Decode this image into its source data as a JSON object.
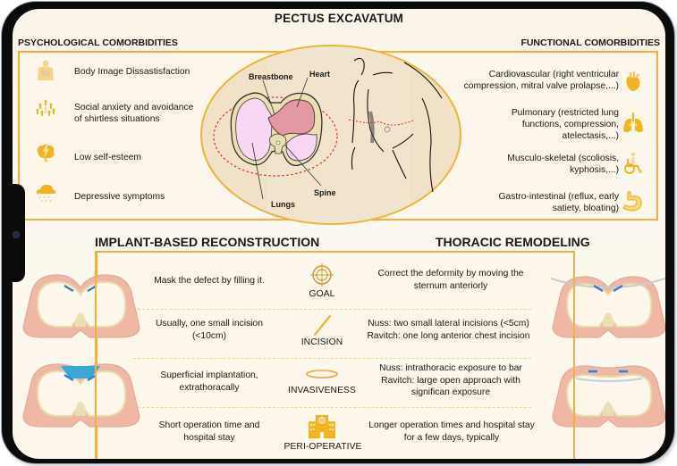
{
  "title": "PECTUS EXCAVATUM",
  "psychological": {
    "heading": "PSYCHOLOGICAL COMORBIDITIES",
    "items": [
      {
        "icon": "body-torso-icon",
        "text": "Body Image Dissastisfaction"
      },
      {
        "icon": "crowd-people-icon",
        "text_line1": "Social anxiety and avoidance",
        "text_line2": "of shirtless situations"
      },
      {
        "icon": "brain-lightning-icon",
        "text": "Low self-esteem"
      },
      {
        "icon": "rain-cloud-icon",
        "text": "Depressive symptoms"
      }
    ]
  },
  "functional": {
    "heading": "FUNCTIONAL COMORBIDITIES",
    "items": [
      {
        "icon": "heart-icon",
        "text_line1": "Cardiovascular (right ventricular",
        "text_line2": "compression, mitral valve prolapse,...)"
      },
      {
        "icon": "lungs-icon",
        "text_line1": "Pulmonary (restricted lung",
        "text_line2": "functions, compression,",
        "text_line3": "atelectasis,...)"
      },
      {
        "icon": "wheelchair-icon",
        "text_line1": "Musculo-skeletal (scoliosis,",
        "text_line2": "kyphosis,...)"
      },
      {
        "icon": "stomach-icon",
        "text_line1": "Gastro-intestinal (reflux, early",
        "text_line2": "satiety, bloating)"
      }
    ]
  },
  "anatomy": {
    "labels": {
      "breastbone": "Breastbone",
      "heart": "Heart",
      "lungs": "Lungs",
      "spine": "Spine"
    }
  },
  "comparison": {
    "left_heading": "IMPLANT-BASED RECONSTRUCTION",
    "right_heading": "THORACIC REMODELING",
    "rows": [
      {
        "category": "GOAL",
        "icon": "target-icon",
        "left": [
          "Mask the defect by filling it."
        ],
        "right": [
          "Correct the deformity by moving the",
          "sternum anteriorly"
        ]
      },
      {
        "category": "INCISION",
        "icon": "scalpel-icon",
        "left": [
          "Usually, one small incision",
          "(<10cm)"
        ],
        "right": [
          "Nuss: two small lateral incisions (<5cm)",
          "Ravitch: one long anterior chest incision"
        ]
      },
      {
        "category": "INVASIVENESS",
        "icon": "ring-icon",
        "left": [
          "Superficial implantation,",
          "extrathoracally"
        ],
        "right": [
          "Nuss: intrathoracic exposure to bar",
          "Ravitch: large open approach with",
          "significan exposure"
        ]
      },
      {
        "category": "PERI-OPERATIVE",
        "icon": "hospital-icon",
        "left": [
          "Short operation time and",
          "hospital stay"
        ],
        "right": [
          "Longer operation times and hospital stay",
          "for a few days, typically"
        ]
      }
    ]
  },
  "colors": {
    "accent": "#f0b23a",
    "icon": "#f5b41f",
    "background": "#fdf6ea",
    "oval": "#f1e1c7",
    "implant_blue": "#2f7fd1",
    "dashed_red": "#e0262b"
  }
}
